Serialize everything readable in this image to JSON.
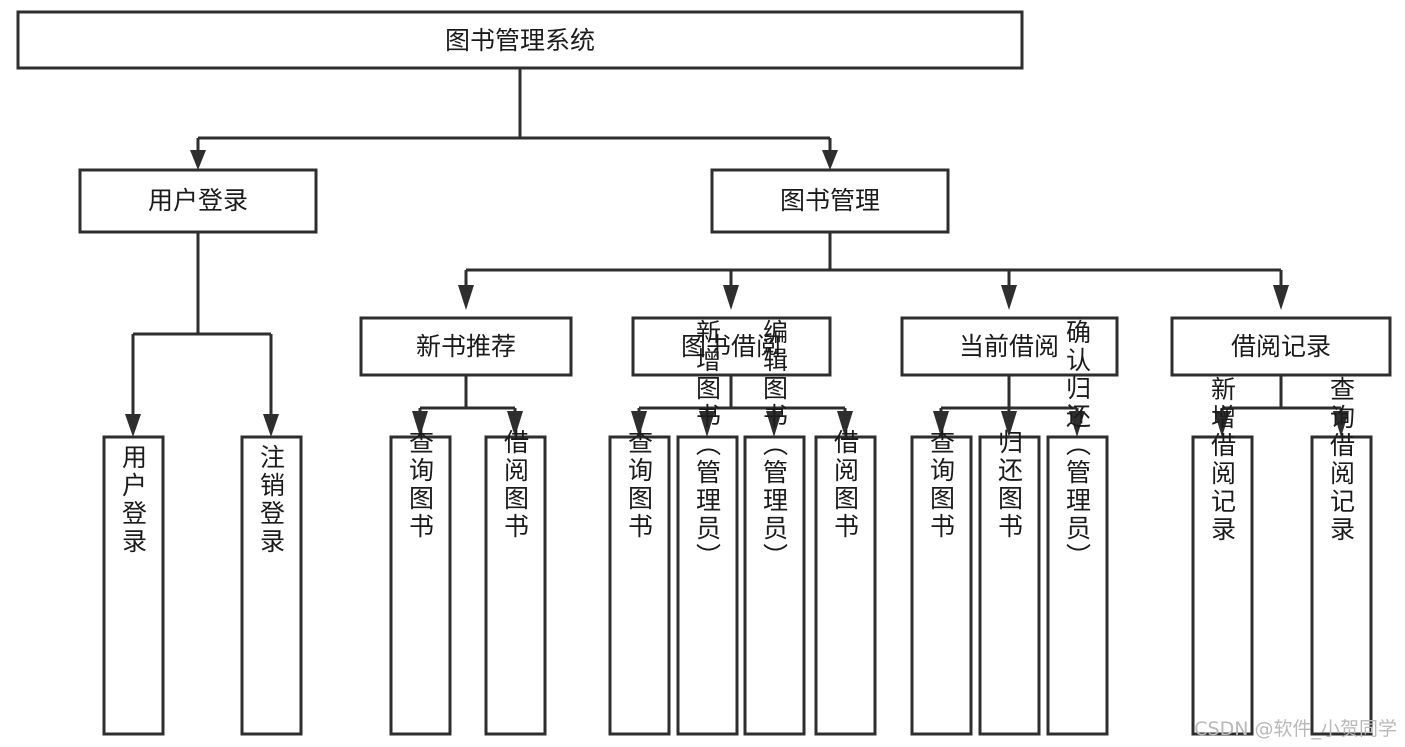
{
  "diagram": {
    "title": "图书管理系统",
    "type": "tree-hierarchy",
    "watermark": "CSDN @软件_小贺同学",
    "colors": {
      "border": "#2e2e2e",
      "background": "#ffffff",
      "text": "#1b1b1b",
      "watermark": "#b9b9b9"
    },
    "root": {
      "label": "图书管理系统"
    },
    "level2": [
      {
        "label": "用户登录"
      },
      {
        "label": "图书管理"
      }
    ],
    "level3": [
      {
        "label": "新书推荐"
      },
      {
        "label": "图书借阅"
      },
      {
        "label": "当前借阅"
      },
      {
        "label": "借阅记录"
      }
    ],
    "leaves": {
      "user_login": [
        {
          "label": "用户登录"
        },
        {
          "label": "注销登录"
        }
      ],
      "new_book_recommend": [
        {
          "label": "查询图书"
        },
        {
          "label": "借阅图书"
        }
      ],
      "book_borrow": [
        {
          "label": "查询图书"
        },
        {
          "label": "新增图书（管理员）"
        },
        {
          "label": "编辑图书（管理员）"
        },
        {
          "label": "借阅图书"
        }
      ],
      "current_borrow": [
        {
          "label": "查询图书"
        },
        {
          "label": "归还图书"
        },
        {
          "label": "确认归还（管理员）"
        }
      ],
      "borrow_record": [
        {
          "label": "新增借阅记录"
        },
        {
          "label": "查询借阅记录"
        }
      ]
    }
  }
}
